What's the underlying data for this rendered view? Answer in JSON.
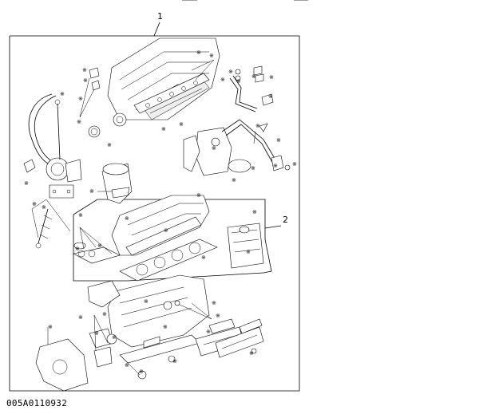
{
  "diagram": {
    "callouts": {
      "kit_1": "1",
      "kit_2": "2"
    },
    "part_code": "005A0110932",
    "marker_glyph": "※"
  }
}
